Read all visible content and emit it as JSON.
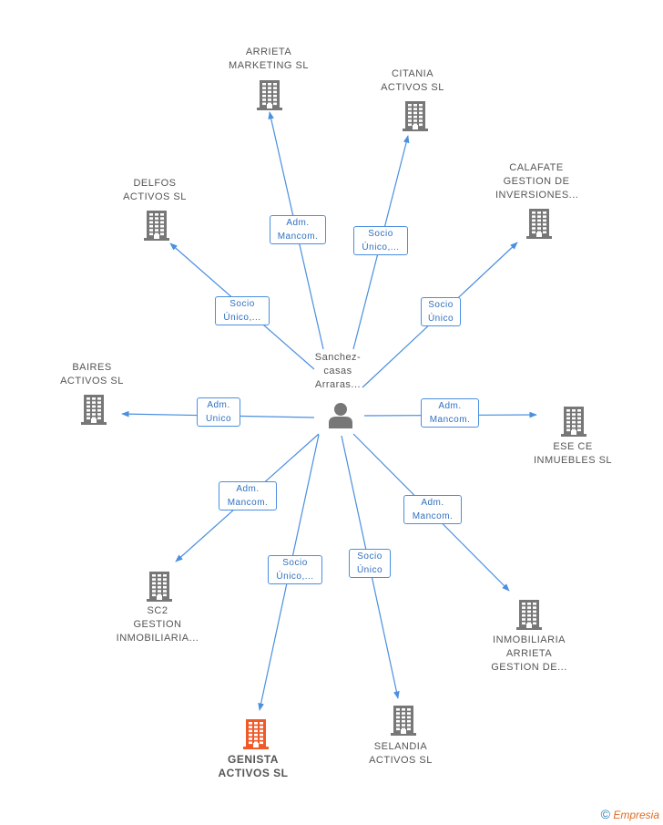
{
  "center": {
    "label": "Sanchez-\ncasas\nArraras...",
    "icon": "person-icon"
  },
  "colors": {
    "edge": "#4a8fe0",
    "building": "#777777",
    "focus_building": "#f05a28",
    "label_border": "#4a8fe0"
  },
  "companies": [
    {
      "id": "arrieta-marketing",
      "label": "ARRIETA\nMARKETING SL",
      "relation": "Adm.\nMancom.",
      "focus": false
    },
    {
      "id": "citania-activos",
      "label": "CITANIA\nACTIVOS  SL",
      "relation": "Socio\nÚnico,...",
      "focus": false
    },
    {
      "id": "calafate-gestion",
      "label": "CALAFATE\nGESTION DE\nINVERSIONES...",
      "relation": "Socio\nÚnico",
      "focus": false
    },
    {
      "id": "delfos-activos",
      "label": "DELFOS\nACTIVOS  SL",
      "relation": "Socio\nÚnico,...",
      "focus": false
    },
    {
      "id": "baires-activos",
      "label": "BAIRES\nACTIVOS SL",
      "relation": "Adm.\nUnico",
      "focus": false
    },
    {
      "id": "ese-ce-inmuebles",
      "label": "ESE CE\nINMUEBLES SL",
      "relation": "Adm.\nMancom.",
      "focus": false
    },
    {
      "id": "sc2-gestion",
      "label": "SC2\nGESTION\nINMOBILIARIA...",
      "relation": "Adm.\nMancom.",
      "focus": false
    },
    {
      "id": "inmobiliaria-arrieta",
      "label": "INMOBILIARIA\nARRIETA\nGESTION DE...",
      "relation": "Adm.\nMancom.",
      "focus": false
    },
    {
      "id": "genista-activos",
      "label": "GENISTA\nACTIVOS  SL",
      "relation": "Socio\nÚnico,...",
      "focus": true
    },
    {
      "id": "selandia-activos",
      "label": "SELANDIA\nACTIVOS  SL",
      "relation": "Socio\nÚnico",
      "focus": false
    }
  ],
  "footer": {
    "copyright": "©",
    "brand": "Empresia"
  }
}
